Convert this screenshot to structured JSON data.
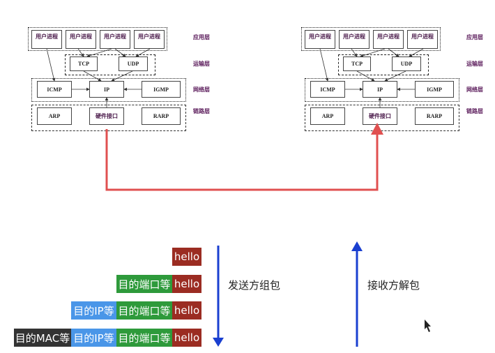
{
  "stacks": {
    "process_label": "用户进程",
    "tcp": "TCP",
    "udp": "UDP",
    "icmp": "ICMP",
    "ip": "IP",
    "igmp": "IGMP",
    "arp": "ARP",
    "hw": "硬件接口",
    "rarp": "RARP"
  },
  "layers": {
    "app": "应用层",
    "transport": "运输层",
    "network": "网络层",
    "link": "链路层"
  },
  "packet": {
    "hello": "hello",
    "port": "目的端口等",
    "ip": "目的IP等",
    "mac": "目的MAC等"
  },
  "send_label": "发送方组包",
  "recv_label": "接收方解包",
  "colors": {
    "route": "#e05050",
    "arrow": "#1a3fd0",
    "hello": "#9b2c22",
    "port": "#2e9a3b",
    "ip": "#4a96e8",
    "mac": "#333333"
  }
}
